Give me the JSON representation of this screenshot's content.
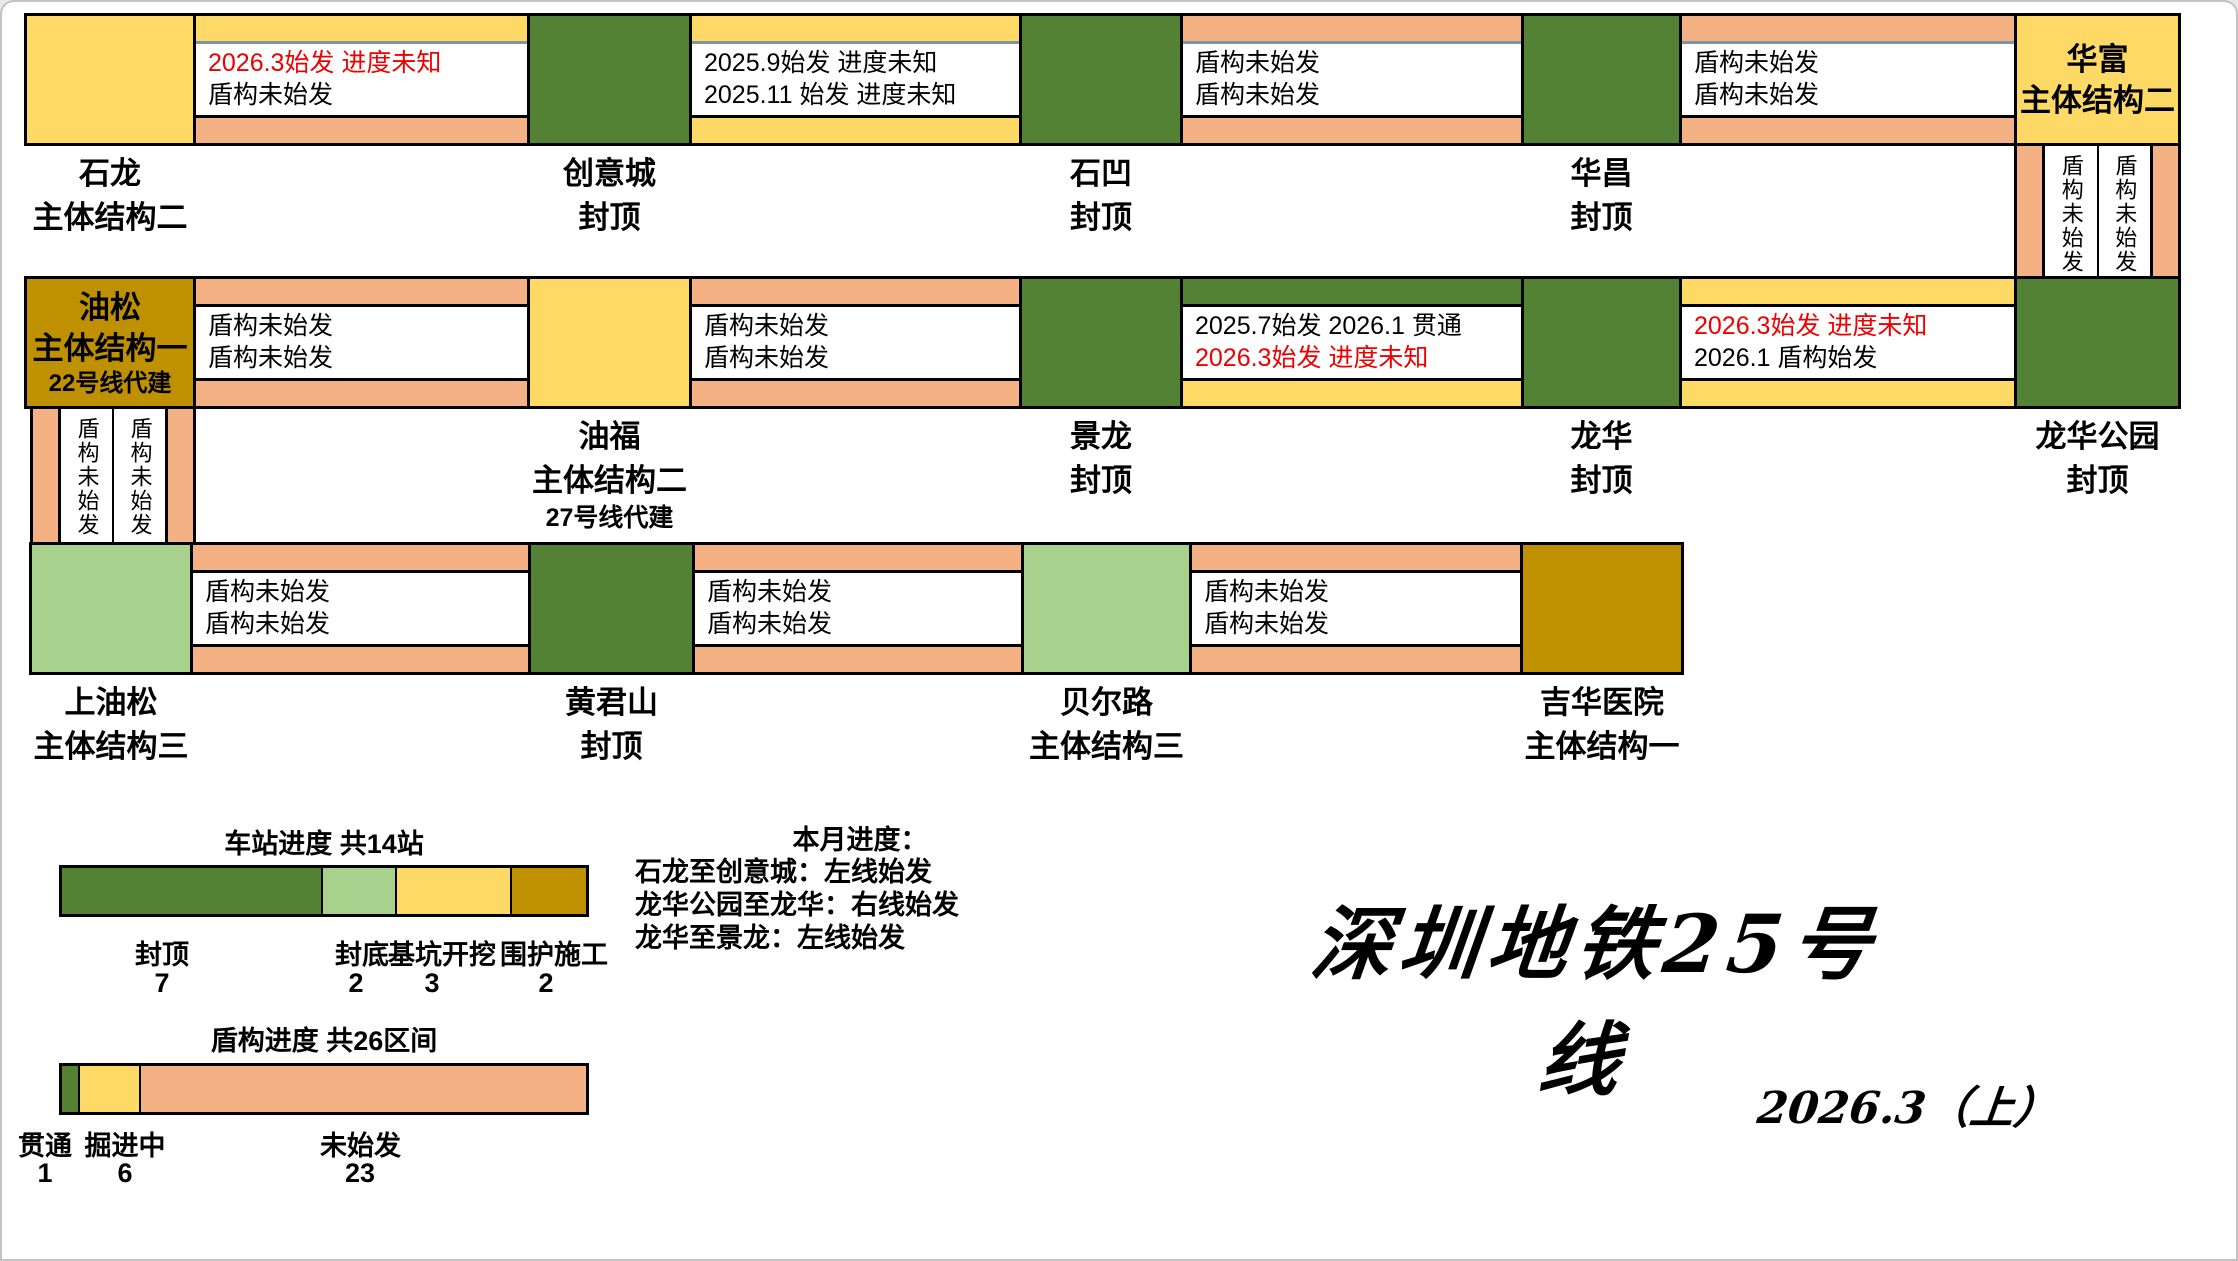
{
  "title": {
    "main": "深圳地铁25号线",
    "date": "2026.3（上）"
  },
  "colors": {
    "station_topped_out": "#548235",
    "station_bottom_sealed": "#A9D18E",
    "station_pit_excavation": "#FFD966",
    "station_enclosure": "#BF9000",
    "shield_through": "#548235",
    "shield_digging": "#FFD966",
    "shield_not_started": "#F4B183",
    "alert_text": "#EE0000"
  },
  "stations": {
    "shilong": {
      "name": "石龙",
      "status": "主体结构二"
    },
    "chuangyicheng": {
      "name": "创意城",
      "status": "封顶"
    },
    "shiao": {
      "name": "石凹",
      "status": "封顶"
    },
    "huachang": {
      "name": "华昌",
      "status": "封顶"
    },
    "huafu": {
      "name": "华富",
      "status": "主体结构二"
    },
    "longhuagongyuan": {
      "name": "龙华公园",
      "status": "封顶"
    },
    "longhua": {
      "name": "龙华",
      "status": "封顶"
    },
    "jinglong": {
      "name": "景龙",
      "status": "封顶"
    },
    "youfu": {
      "name": "油福",
      "status": "主体结构二",
      "note": "27号线代建"
    },
    "yousong": {
      "name": "油松",
      "status": "主体结构一",
      "note": "22号线代建"
    },
    "shangyousong": {
      "name": "上油松",
      "status": "主体结构三"
    },
    "huangjunshan": {
      "name": "黄君山",
      "status": "封顶"
    },
    "beierlu": {
      "name": "贝尔路",
      "status": "主体结构三"
    },
    "jihuayiyuan": {
      "name": "吉华医院",
      "status": "主体结构一"
    }
  },
  "segments": {
    "s1": {
      "from": "石龙",
      "to": "创意城",
      "line1": "2026.3始发 进度未知",
      "line1_alert": true,
      "line2": "盾构未始发",
      "top_status": "digging",
      "bottom_status": "not_started"
    },
    "s2": {
      "from": "创意城",
      "to": "石凹",
      "line1": "2025.9始发 进度未知",
      "line1_alert": false,
      "line2": "2025.11 始发 进度未知",
      "top_status": "digging",
      "bottom_status": "digging"
    },
    "s3": {
      "from": "石凹",
      "to": "华昌",
      "line1": "盾构未始发",
      "line1_alert": false,
      "line2": "盾构未始发",
      "top_status": "not_started",
      "bottom_status": "not_started"
    },
    "s4": {
      "from": "华昌",
      "to": "华富",
      "line1": "盾构未始发",
      "line1_alert": false,
      "line2": "盾构未始发",
      "top_status": "not_started",
      "bottom_status": "not_started"
    },
    "v1": {
      "from": "华富",
      "to": "龙华公园",
      "line1": "盾构未始发",
      "line2": "盾构未始发",
      "left_status": "not_started",
      "right_status": "not_started"
    },
    "s5": {
      "from": "龙华",
      "to": "龙华公园",
      "line1": "2026.3始发 进度未知",
      "line1_alert": true,
      "line2": "2026.1 盾构始发",
      "top_status": "digging",
      "bottom_status": "digging"
    },
    "s6": {
      "from": "景龙",
      "to": "龙华",
      "line1": "2025.7始发 2026.1 贯通",
      "line1_alert": false,
      "line2": "2026.3始发 进度未知",
      "line2_alert": true,
      "top_status": "through",
      "bottom_status": "digging"
    },
    "s7": {
      "from": "油福",
      "to": "景龙",
      "line1": "盾构未始发",
      "line1_alert": false,
      "line2": "盾构未始发",
      "top_status": "not_started",
      "bottom_status": "not_started"
    },
    "s8": {
      "from": "油松",
      "to": "油福",
      "line1": "盾构未始发",
      "line1_alert": false,
      "line2": "盾构未始发",
      "top_status": "not_started",
      "bottom_status": "not_started"
    },
    "v2": {
      "from": "油松",
      "to": "上油松",
      "line1": "盾构未始发",
      "line2": "盾构未始发",
      "left_status": "not_started",
      "right_status": "not_started"
    },
    "s9": {
      "from": "上油松",
      "to": "黄君山",
      "line1": "盾构未始发",
      "line1_alert": false,
      "line2": "盾构未始发",
      "top_status": "not_started",
      "bottom_status": "not_started"
    },
    "s10": {
      "from": "黄君山",
      "to": "贝尔路",
      "line1": "盾构未始发",
      "line1_alert": false,
      "line2": "盾构未始发",
      "top_status": "not_started",
      "bottom_status": "not_started"
    },
    "s11": {
      "from": "贝尔路",
      "to": "吉华医院",
      "line1": "盾构未始发",
      "line1_alert": false,
      "line2": "盾构未始发",
      "top_status": "not_started",
      "bottom_status": "not_started"
    }
  },
  "legend": {
    "station": {
      "title": "车站进度 共14站",
      "items": [
        {
          "label": "封顶",
          "count": "7"
        },
        {
          "label": "封底",
          "count": "2"
        },
        {
          "label": "基坑开挖",
          "count": "3"
        },
        {
          "label": "围护施工",
          "count": "2"
        }
      ]
    },
    "shield": {
      "title": "盾构进度 共26区间",
      "items": [
        {
          "label": "贯通",
          "count": "1"
        },
        {
          "label": "掘进中",
          "count": "6"
        },
        {
          "label": "未始发",
          "count": "23"
        }
      ]
    }
  },
  "monthly": {
    "title": "本月进度：",
    "line1": "石龙至创意城：左线始发",
    "line2": "龙华公园至龙华：右线始发",
    "line3": "龙华至景龙：左线始发"
  }
}
